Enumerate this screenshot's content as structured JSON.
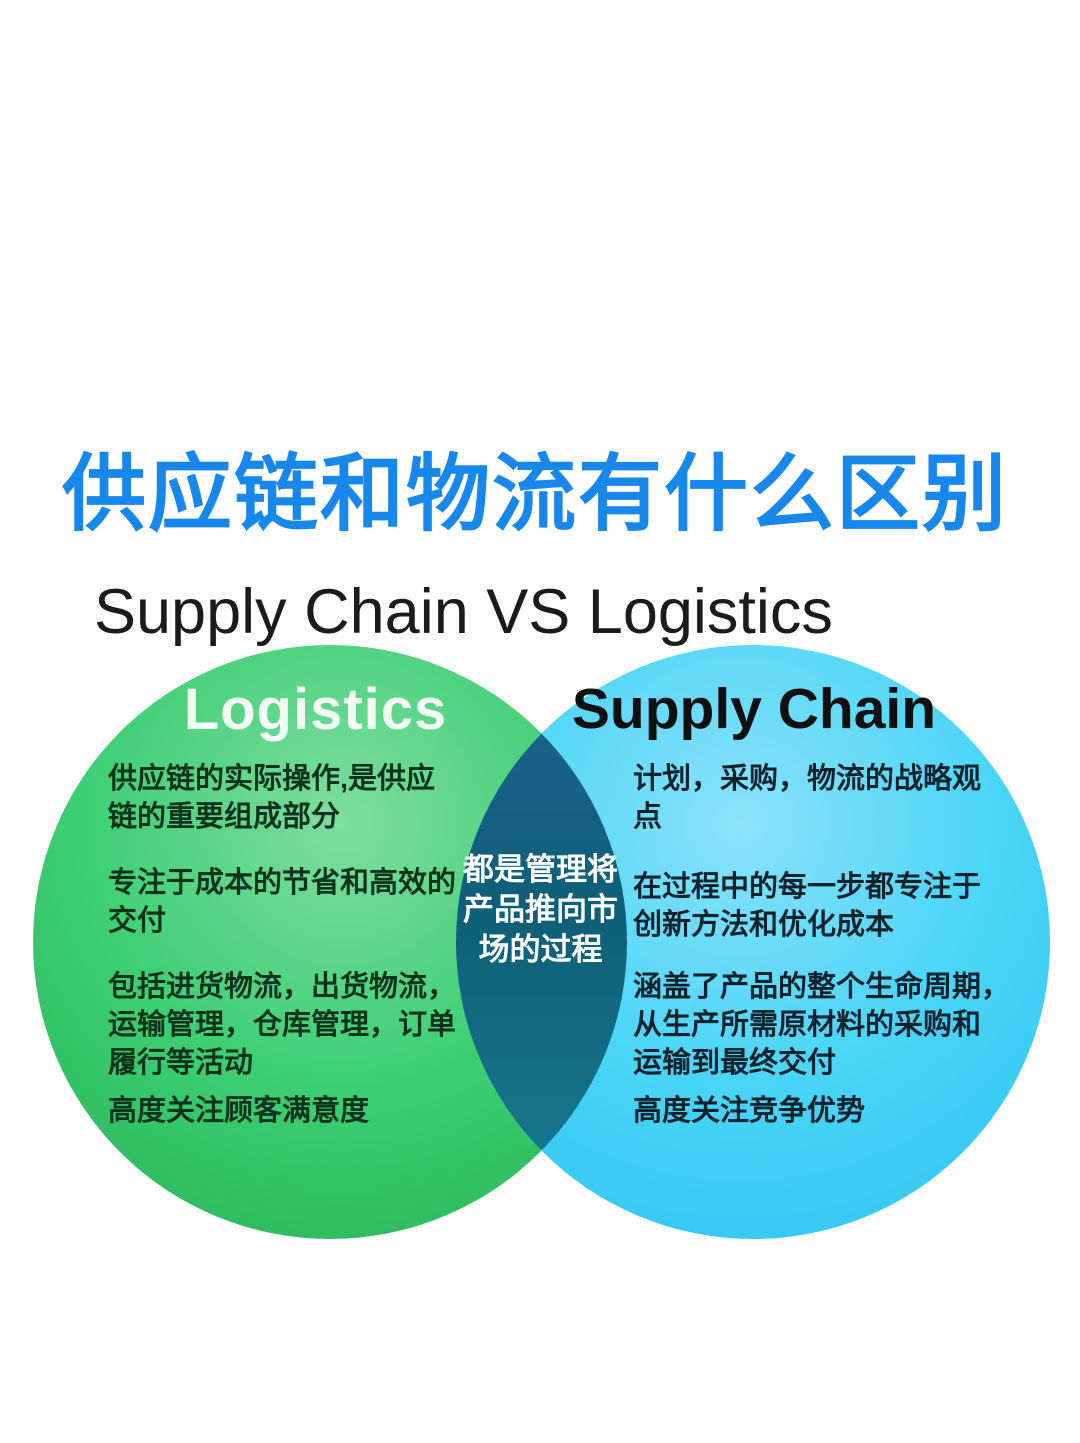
{
  "page": {
    "title_cn": "供应链和物流有什么区别",
    "title_en": "Supply Chain VS Logistics"
  },
  "venn": {
    "left": {
      "heading": "Logistics",
      "items": [
        "供应链的实际操作,是供应\n链的重要组成部分",
        "专注于成本的节省和高效的\n交付",
        "包括进货物流，出货物流，\n运输管理，仓库管理，订单\n履行等活动",
        "高度关注顾客满意度"
      ]
    },
    "right": {
      "heading": "Supply Chain",
      "items": [
        "计划，采购，物流的战略观\n点",
        "在过程中的每一步都专注于\n创新方法和优化成本",
        "涵盖了产品的整个生命周期，\n从生产所需原材料的采购和\n运输到最终交付",
        "高度关注竞争优势"
      ]
    },
    "center": {
      "text": "都是管理将\n产品推向市\n场的过程"
    },
    "colors": {
      "title_blue": "#1787ec",
      "circle_green": "#3ccf74",
      "circle_blue": "#47d6f7",
      "overlap_top": "#206394",
      "overlap_mid": "#0e5f78",
      "overlap_bottom": "#1a7f93",
      "left_heading_text": "#f2fbf4",
      "right_heading_text": "#101010"
    }
  }
}
